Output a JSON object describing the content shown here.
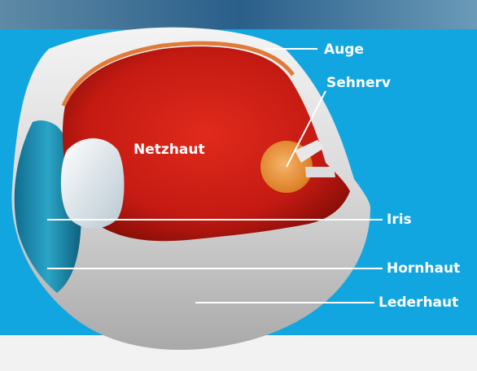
{
  "colors": {
    "background": "#12a6e0",
    "label_text": "#ffffff",
    "vitreous": "#c41a12",
    "sclera": "#d6d6d6",
    "cornea": "#1f8fb0",
    "optic_nerve": "#e89040"
  },
  "labels": {
    "auge": "Auge",
    "sehnerv": "Sehnerv",
    "netzhaut": "Netzhaut",
    "iris": "Iris",
    "hornhaut": "Hornhaut",
    "lederhaut": "Lederhaut"
  }
}
